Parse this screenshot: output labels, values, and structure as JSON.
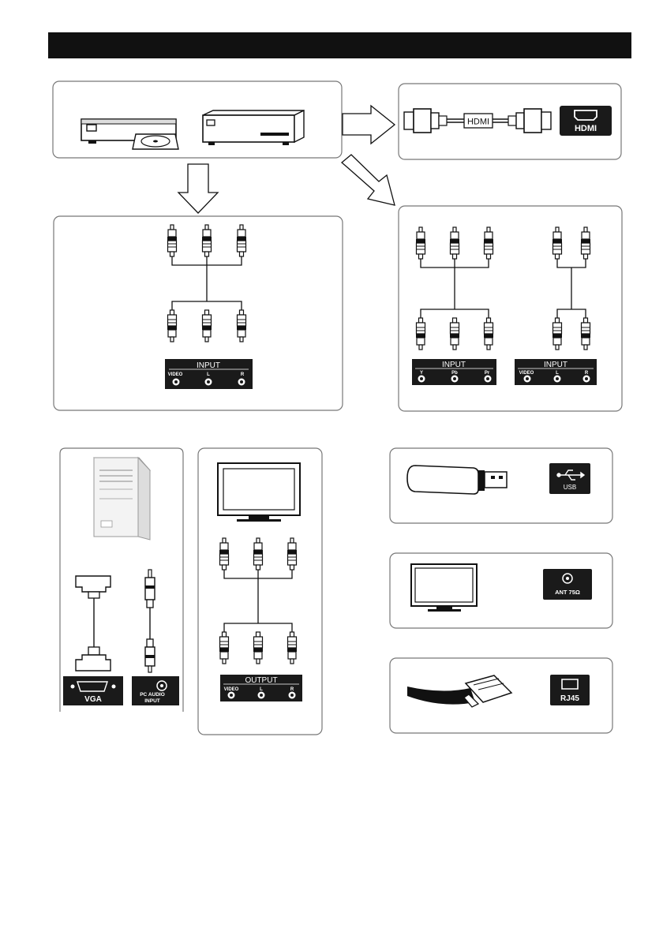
{
  "header": {
    "title": ""
  },
  "hdmi": {
    "cable_label": "HDMI",
    "port_label": "HDMI"
  },
  "av_input": {
    "title": "INPUT",
    "jacks": [
      "VIDEO",
      "L",
      "R"
    ]
  },
  "ypbpr_input": {
    "title": "INPUT",
    "jacks": [
      "Y",
      "Pb",
      "Pr"
    ]
  },
  "audio_input": {
    "title": "INPUT",
    "jacks": [
      "VIDEO",
      "L",
      "R"
    ]
  },
  "pc": {
    "vga_label": "VGA",
    "audio_label_line1": "PC AUDIO",
    "audio_label_line2": "INPUT"
  },
  "av_output": {
    "title": "OUTPUT",
    "jacks": [
      "VIDEO",
      "L",
      "R"
    ]
  },
  "usb": {
    "port_label": "USB"
  },
  "antenna": {
    "port_label": "ANT 75Ω"
  },
  "lan": {
    "port_label": "RJ45"
  },
  "colors": {
    "ink": "#111111",
    "panel_border": "#777777",
    "port_fill": "#1a1a1a",
    "port_text": "#ffffff"
  }
}
